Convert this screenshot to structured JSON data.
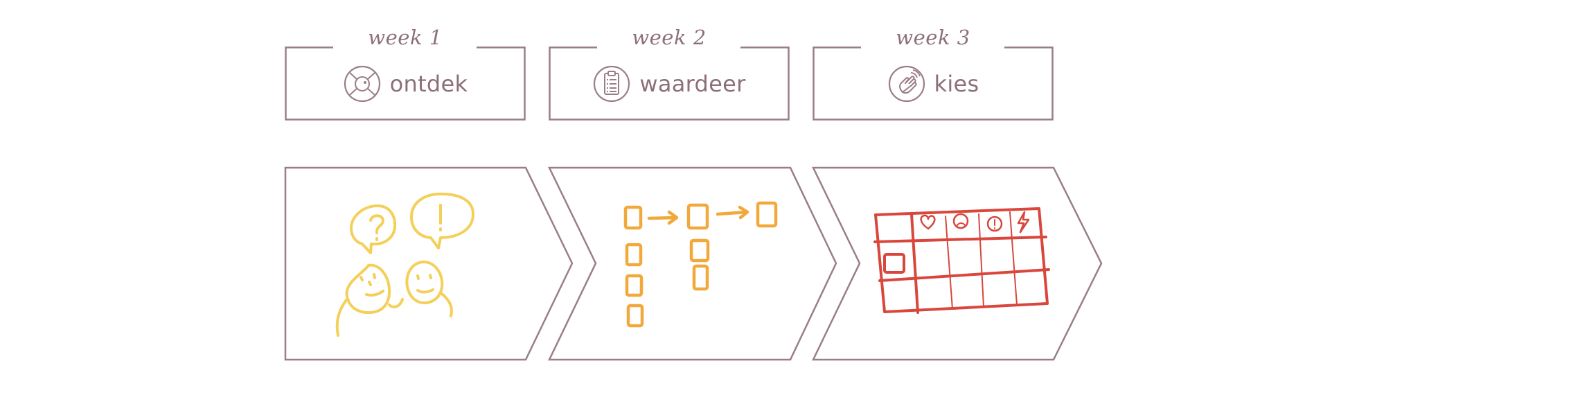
{
  "steps": [
    {
      "week": "week 1",
      "label": "ontdek",
      "icon": "compass-icon"
    },
    {
      "week": "week 2",
      "label": "waardeer",
      "icon": "clipboard-checklist-icon"
    },
    {
      "week": "week 3",
      "label": "kies",
      "icon": "hand-pointer-icon"
    }
  ],
  "colors": {
    "frame": "#9a7d88",
    "text": "#8d6f7b",
    "yellow": "#f4d05a",
    "orange": "#f2a93b",
    "red": "#d9463c"
  },
  "illustrations": [
    "speech-bubbles-faces-illustration",
    "flow-boxes-arrows-illustration",
    "decision-matrix-illustration"
  ]
}
